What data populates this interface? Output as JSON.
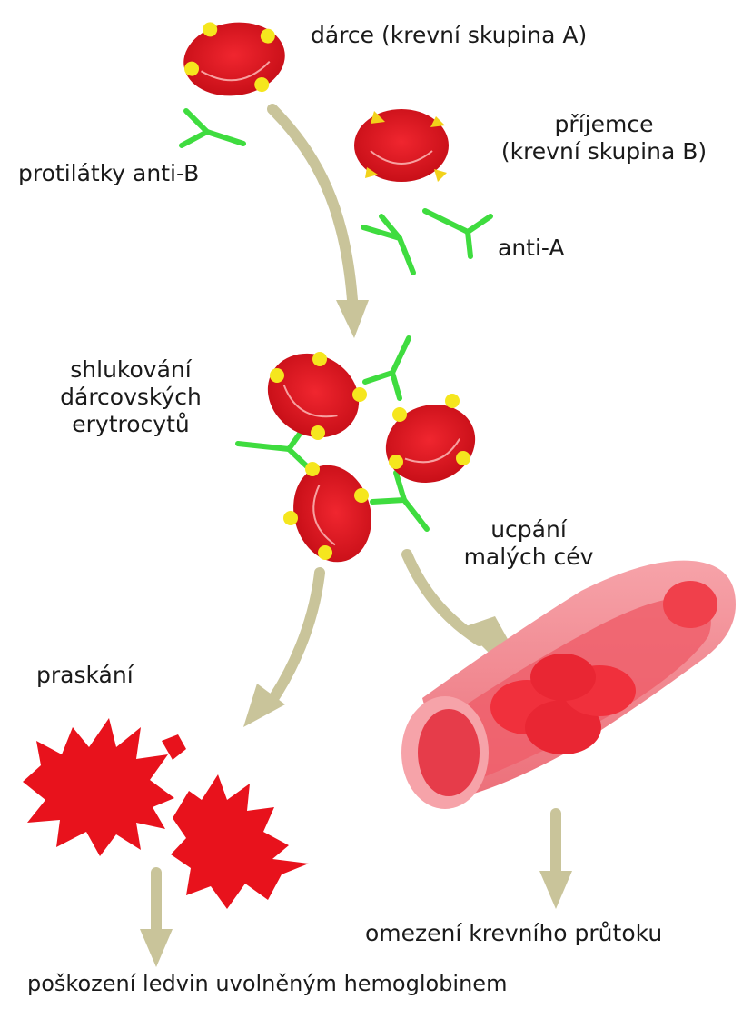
{
  "labels": {
    "donor": "dárce (krevní skupina A)",
    "antibodies_anti_b": "protilátky anti-B",
    "recipient_line1": "příjemce",
    "recipient_line2": "(krevní skupina B)",
    "anti_a": "anti-A",
    "clumping_line1": "shlukování",
    "clumping_line2": "dárcovských",
    "clumping_line3": "erytrocytů",
    "blockage_line1": "ucpání",
    "blockage_line2": "malých cév",
    "bursting": "praskání",
    "flow_restriction": "omezení krevního průtoku",
    "kidney_damage": "poškození ledvin uvolněným hemoglobinem"
  },
  "colors": {
    "cell_red": "#e0141e",
    "cell_dark": "#b30d16",
    "antigen_a_yellow": "#f5e61e",
    "antigen_b_yellow": "#f2d21a",
    "antibody_green": "#3fdc3f",
    "arrow_khaki": "#c9c49a",
    "vessel_outer": "#f07e86",
    "vessel_inner": "#e8505c"
  },
  "icons": [
    "donor-cell-icon",
    "recipient-cell-icon",
    "antibody-icon",
    "clumped-cells-icon",
    "burst-cell-icon",
    "blocked-vessel-icon",
    "arrow-icon"
  ]
}
